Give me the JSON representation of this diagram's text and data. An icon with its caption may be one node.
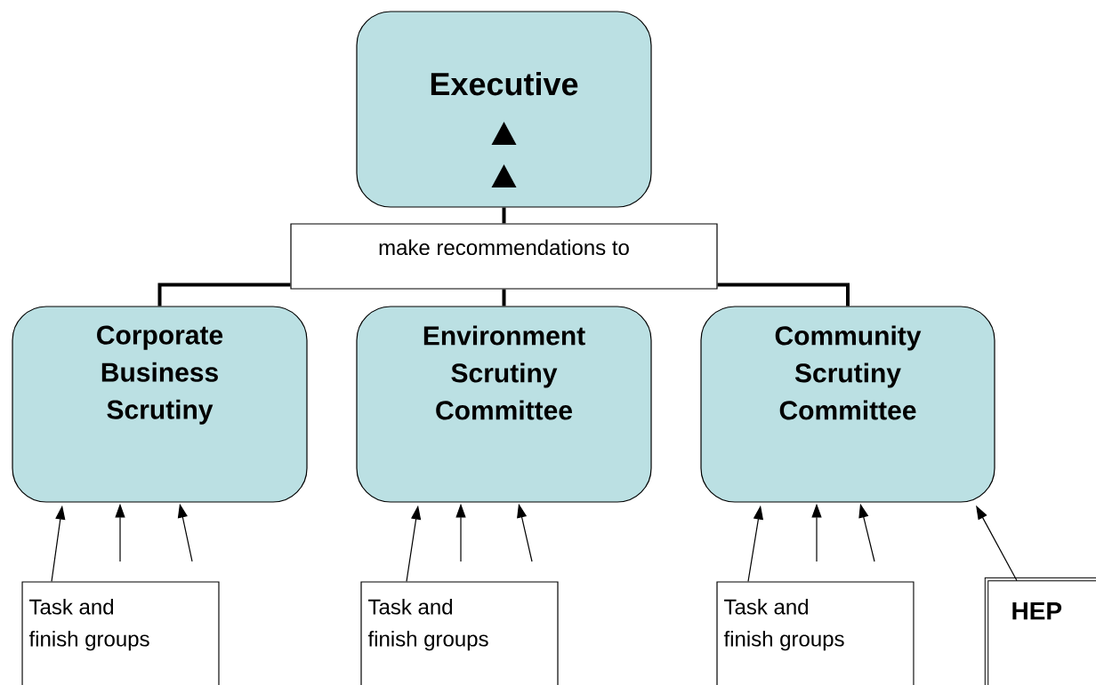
{
  "diagram": {
    "nodes": [
      {
        "text": [
          "Executive"
        ]
      },
      {
        "text": [
          "make recommendations to"
        ]
      },
      {
        "text": [
          "Corporate Business Scrutiny"
        ]
      },
      {
        "text": [
          "Environment Scrutiny Committee"
        ]
      },
      {
        "text": [
          "Community Scrutiny Committee"
        ]
      },
      {
        "text": [
          "Task and finish groups"
        ]
      },
      {
        "text": [
          "Task and finish groups"
        ]
      },
      {
        "text": [
          "Task and finish groups"
        ]
      },
      {
        "text": [
          "HEP"
        ]
      }
    ],
    "edges": [
      {
        "from": 0,
        "to": 1,
        "arrow": "none",
        "style": "thick"
      },
      {
        "from": 1,
        "to": 2,
        "arrow": "none",
        "style": "thick"
      },
      {
        "from": 1,
        "to": 3,
        "arrow": "none",
        "style": "thick"
      },
      {
        "from": 1,
        "to": 4,
        "arrow": "none",
        "style": "thick"
      },
      {
        "from": 5,
        "to": 2,
        "arrow": "to"
      },
      {
        "from": null,
        "to": 2,
        "arrow": "to"
      },
      {
        "from": null,
        "to": 2,
        "arrow": "to"
      },
      {
        "from": 6,
        "to": 3,
        "arrow": "to"
      },
      {
        "from": null,
        "to": 3,
        "arrow": "to"
      },
      {
        "from": null,
        "to": 3,
        "arrow": "to"
      },
      {
        "from": 7,
        "to": 4,
        "arrow": "to"
      },
      {
        "from": null,
        "to": 4,
        "arrow": "to"
      },
      {
        "from": null,
        "to": 4,
        "arrow": "to"
      },
      {
        "from": 8,
        "to": 4,
        "arrow": "to"
      }
    ]
  }
}
